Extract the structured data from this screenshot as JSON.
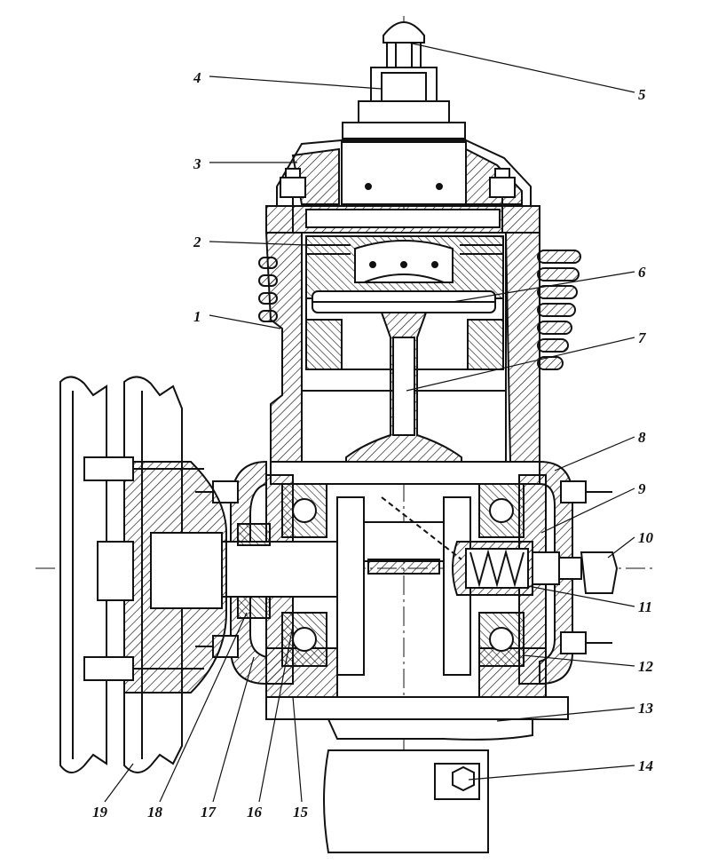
{
  "callouts": [
    {
      "id": "1",
      "text": "1"
    },
    {
      "id": "2",
      "text": "2"
    },
    {
      "id": "3",
      "text": "3"
    },
    {
      "id": "4",
      "text": "4"
    },
    {
      "id": "5",
      "text": "5"
    },
    {
      "id": "6",
      "text": "6"
    },
    {
      "id": "7",
      "text": "7"
    },
    {
      "id": "8",
      "text": "8"
    },
    {
      "id": "9",
      "text": "9"
    },
    {
      "id": "10",
      "text": "10"
    },
    {
      "id": "11",
      "text": "11"
    },
    {
      "id": "12",
      "text": "12"
    },
    {
      "id": "13",
      "text": "13"
    },
    {
      "id": "14",
      "text": "14"
    },
    {
      "id": "15",
      "text": "15"
    },
    {
      "id": "16",
      "text": "16"
    },
    {
      "id": "17",
      "text": "17"
    },
    {
      "id": "18",
      "text": "18"
    },
    {
      "id": "19",
      "text": "19"
    }
  ],
  "colors": {
    "ink": "#111111",
    "paper": "#ffffff"
  }
}
